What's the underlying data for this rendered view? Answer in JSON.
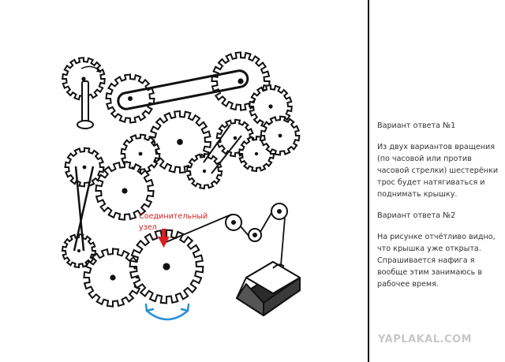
{
  "callout": {
    "line1": "Соединительный",
    "line2": "узел",
    "color": "#d82020"
  },
  "answers": [
    {
      "title": "Вариант ответа №1",
      "body": "Из двух вариантов вращения (по часовой или против часовой стрелки) шестерёнки трос будет натягиваться и поднимать крышку."
    },
    {
      "title": "Вариант ответа №2",
      "body": "На рисунке отчётливо видно, что крышка уже открыта. Спрашивается нафига я вообще этим занимаюсь в рабочее время."
    }
  ],
  "watermark": "YAPLAKAL.COM",
  "colors": {
    "arrow_blue": "#2a8fd6",
    "arrow_red": "#d82020",
    "line": "#111111"
  },
  "icons": [
    "gear-icon",
    "crank-handle-icon",
    "box-icon",
    "rotation-arrow-icon",
    "down-arrow-icon"
  ]
}
